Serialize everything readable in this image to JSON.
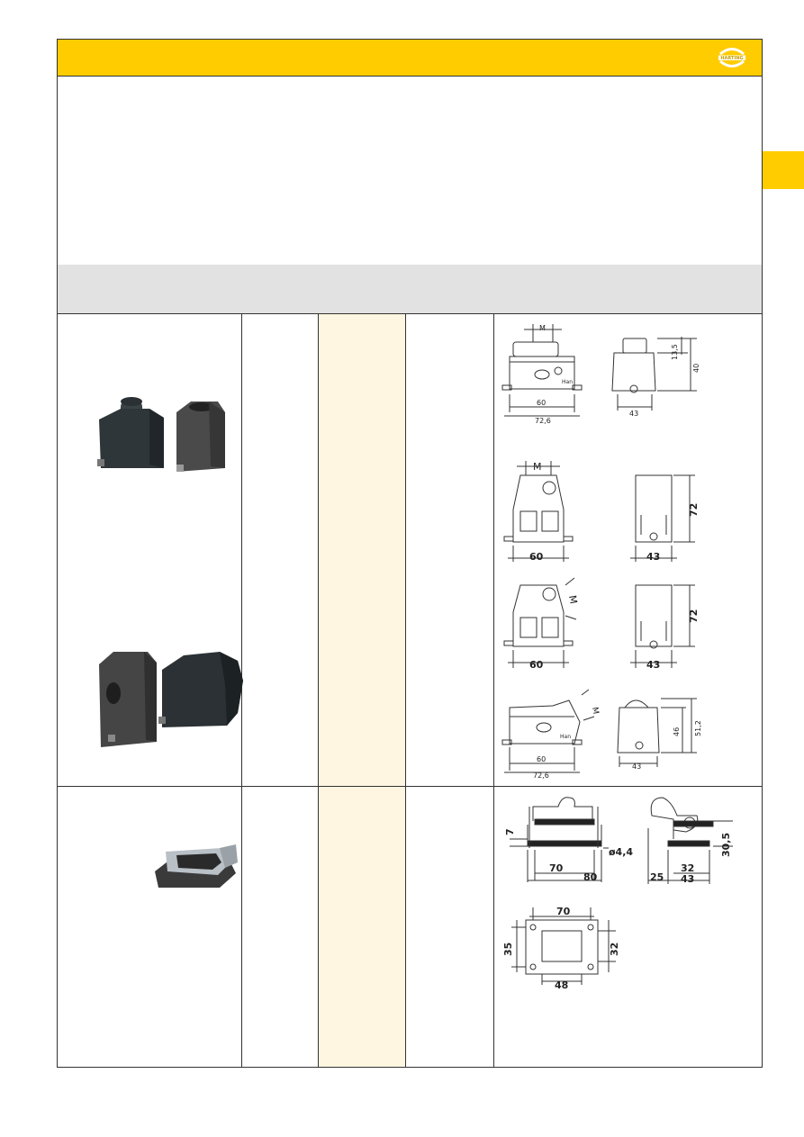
{
  "brand": {
    "logo_text": "HARTING"
  },
  "colors": {
    "accent_yellow": "#ffcc00",
    "band_gray": "#e2e2e2",
    "cream_column": "#fff6e1"
  },
  "section1": {
    "drawing_a": {
      "m": "M",
      "w1": "60",
      "w2": "72,6",
      "d": "43",
      "h1": "13,5",
      "h2": "40"
    },
    "drawing_b": {
      "m": "M",
      "w": "60",
      "d": "43",
      "h": "72"
    },
    "drawing_c": {
      "m": "M",
      "w": "60",
      "d": "43",
      "h": "72"
    },
    "drawing_d": {
      "m": "M",
      "w1": "60",
      "w2": "72,6",
      "d": "43",
      "h1": "46",
      "h2": "51,2"
    },
    "hood_mark": "Han"
  },
  "section2": {
    "drawing_e": {
      "h": "7",
      "hole": "ø4,4",
      "w1": "70",
      "w2": "80",
      "off": "25",
      "w3": "32",
      "w4": "43",
      "h2": "30,5"
    },
    "drawing_f": {
      "w_top": "70",
      "h_left": "35",
      "h_right": "32",
      "w_bottom": "48"
    }
  }
}
